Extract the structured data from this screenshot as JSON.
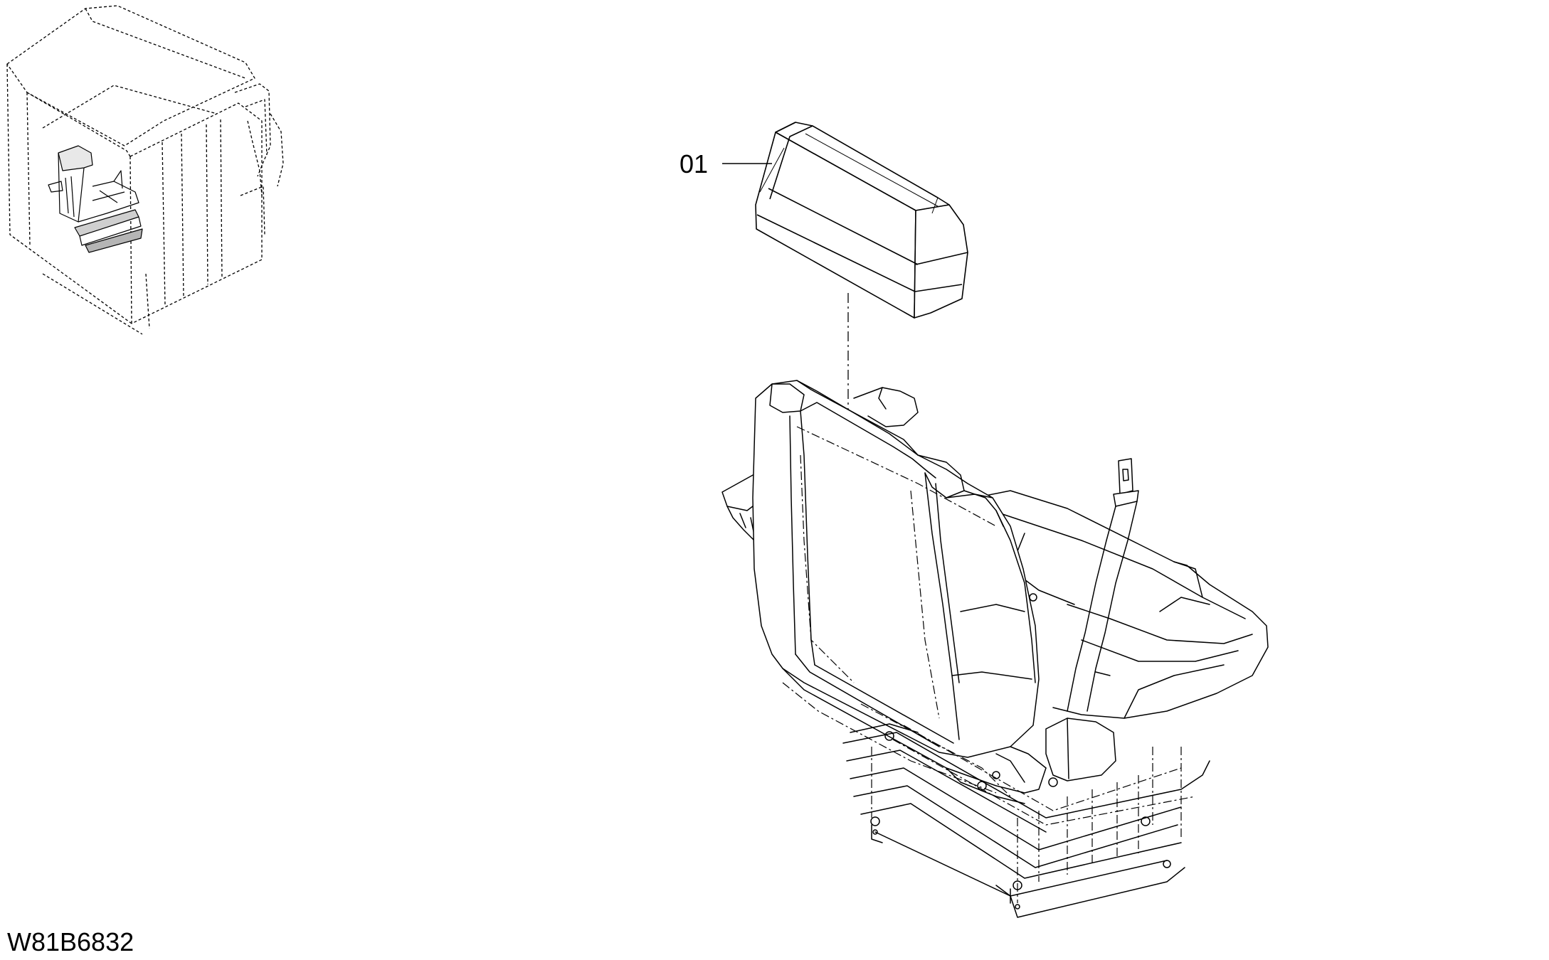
{
  "diagram": {
    "part_callout": "01",
    "drawing_code": "W81B6832",
    "parts": [
      {
        "id": "headrest",
        "callout": "01"
      }
    ],
    "line_color": "#000000",
    "hidden_line_color": "#333333",
    "background": "#ffffff"
  }
}
